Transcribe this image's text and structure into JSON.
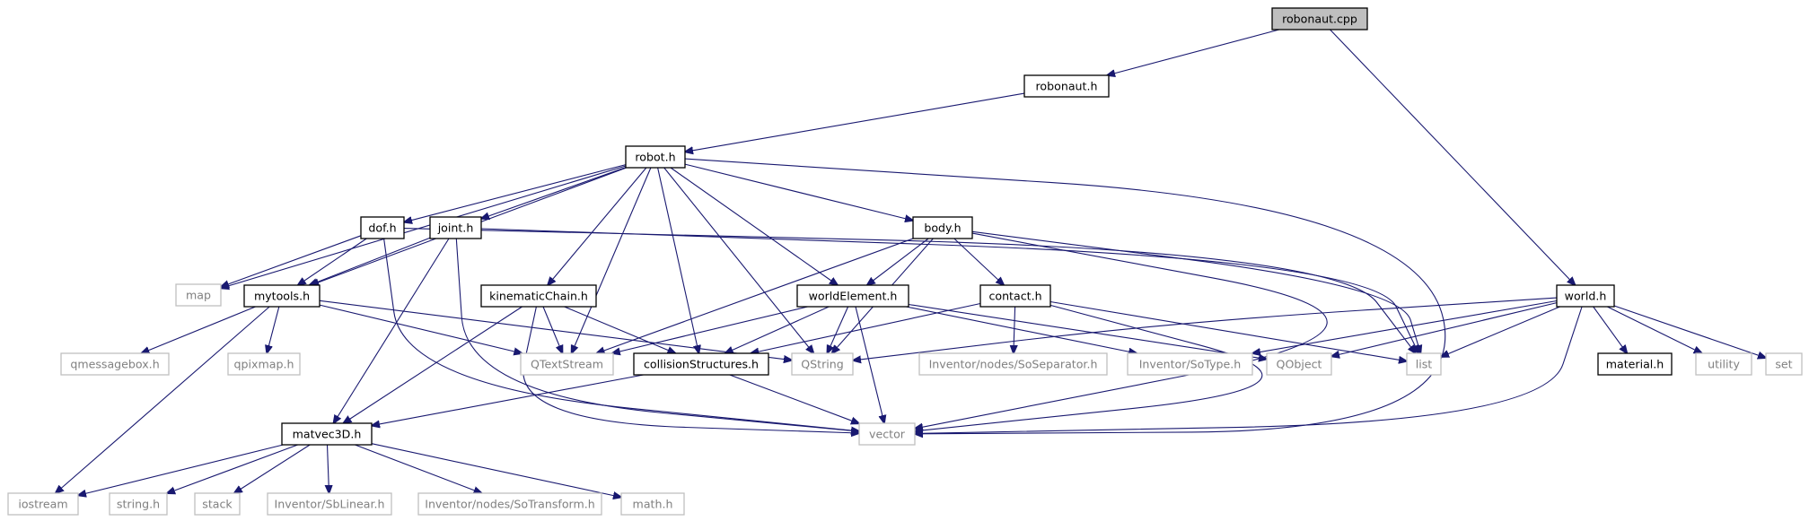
{
  "colors": {
    "edge": "#191970",
    "root_fill": "#bfbfbf",
    "node_border": "#000000",
    "external_border": "#bfbfbf",
    "external_text": "#808080"
  },
  "nodes": [
    {
      "id": "robonaut_cpp",
      "label": "robonaut.cpp",
      "kind": "root"
    },
    {
      "id": "robonaut_h",
      "label": "robonaut.h",
      "kind": "header"
    },
    {
      "id": "robot_h",
      "label": "robot.h",
      "kind": "header"
    },
    {
      "id": "dof_h",
      "label": "dof.h",
      "kind": "header"
    },
    {
      "id": "joint_h",
      "label": "joint.h",
      "kind": "header"
    },
    {
      "id": "body_h",
      "label": "body.h",
      "kind": "header"
    },
    {
      "id": "world_h",
      "label": "world.h",
      "kind": "header"
    },
    {
      "id": "map",
      "label": "map",
      "kind": "external"
    },
    {
      "id": "mytools_h",
      "label": "mytools.h",
      "kind": "header"
    },
    {
      "id": "kinematicChain_h",
      "label": "kinematicChain.h",
      "kind": "header"
    },
    {
      "id": "worldElement_h",
      "label": "worldElement.h",
      "kind": "header"
    },
    {
      "id": "contact_h",
      "label": "contact.h",
      "kind": "header"
    },
    {
      "id": "qmessagebox_h",
      "label": "qmessagebox.h",
      "kind": "external"
    },
    {
      "id": "qpixmap_h",
      "label": "qpixmap.h",
      "kind": "external"
    },
    {
      "id": "QTextStream",
      "label": "QTextStream",
      "kind": "external"
    },
    {
      "id": "collisionStructures_h",
      "label": "collisionStructures.h",
      "kind": "header"
    },
    {
      "id": "QString",
      "label": "QString",
      "kind": "external"
    },
    {
      "id": "SoSeparator",
      "label": "Inventor/nodes/SoSeparator.h",
      "kind": "external"
    },
    {
      "id": "SoType",
      "label": "Inventor/SoType.h",
      "kind": "external"
    },
    {
      "id": "QObject",
      "label": "QObject",
      "kind": "external"
    },
    {
      "id": "list",
      "label": "list",
      "kind": "external"
    },
    {
      "id": "material_h",
      "label": "material.h",
      "kind": "header"
    },
    {
      "id": "utility",
      "label": "utility",
      "kind": "external"
    },
    {
      "id": "set",
      "label": "set",
      "kind": "external"
    },
    {
      "id": "matvec3D_h",
      "label": "matvec3D.h",
      "kind": "header"
    },
    {
      "id": "vector",
      "label": "vector",
      "kind": "external"
    },
    {
      "id": "iostream",
      "label": "iostream",
      "kind": "external"
    },
    {
      "id": "string_h",
      "label": "string.h",
      "kind": "external"
    },
    {
      "id": "stack",
      "label": "stack",
      "kind": "external"
    },
    {
      "id": "SbLinear",
      "label": "Inventor/SbLinear.h",
      "kind": "external"
    },
    {
      "id": "SoTransform",
      "label": "Inventor/nodes/SoTransform.h",
      "kind": "external"
    },
    {
      "id": "math_h",
      "label": "math.h",
      "kind": "external"
    }
  ],
  "edges": [
    [
      "robonaut_cpp",
      "robonaut_h"
    ],
    [
      "robonaut_cpp",
      "world_h"
    ],
    [
      "robonaut_h",
      "robot_h"
    ],
    [
      "robot_h",
      "map"
    ],
    [
      "robot_h",
      "mytools_h"
    ],
    [
      "robot_h",
      "dof_h"
    ],
    [
      "robot_h",
      "joint_h"
    ],
    [
      "robot_h",
      "kinematicChain_h"
    ],
    [
      "robot_h",
      "QTextStream"
    ],
    [
      "robot_h",
      "collisionStructures_h"
    ],
    [
      "robot_h",
      "QString"
    ],
    [
      "robot_h",
      "worldElement_h"
    ],
    [
      "robot_h",
      "body_h"
    ],
    [
      "robot_h",
      "vector"
    ],
    [
      "dof_h",
      "map"
    ],
    [
      "dof_h",
      "mytools_h"
    ],
    [
      "dof_h",
      "vector"
    ],
    [
      "dof_h",
      "list"
    ],
    [
      "joint_h",
      "mytools_h"
    ],
    [
      "joint_h",
      "matvec3D_h"
    ],
    [
      "joint_h",
      "vector"
    ],
    [
      "joint_h",
      "list"
    ],
    [
      "body_h",
      "QTextStream"
    ],
    [
      "body_h",
      "worldElement_h"
    ],
    [
      "body_h",
      "QString"
    ],
    [
      "body_h",
      "contact_h"
    ],
    [
      "body_h",
      "list"
    ],
    [
      "body_h",
      "vector"
    ],
    [
      "mytools_h",
      "iostream"
    ],
    [
      "mytools_h",
      "qmessagebox_h"
    ],
    [
      "mytools_h",
      "qpixmap_h"
    ],
    [
      "mytools_h",
      "QTextStream"
    ],
    [
      "mytools_h",
      "QString"
    ],
    [
      "kinematicChain_h",
      "QTextStream"
    ],
    [
      "kinematicChain_h",
      "collisionStructures_h"
    ],
    [
      "kinematicChain_h",
      "matvec3D_h"
    ],
    [
      "kinematicChain_h",
      "vector"
    ],
    [
      "worldElement_h",
      "QTextStream"
    ],
    [
      "worldElement_h",
      "collisionStructures_h"
    ],
    [
      "worldElement_h",
      "QString"
    ],
    [
      "worldElement_h",
      "vector"
    ],
    [
      "worldElement_h",
      "SoType"
    ],
    [
      "worldElement_h",
      "QObject"
    ],
    [
      "contact_h",
      "collisionStructures_h"
    ],
    [
      "contact_h",
      "SoSeparator"
    ],
    [
      "contact_h",
      "list"
    ],
    [
      "contact_h",
      "vector"
    ],
    [
      "world_h",
      "QString"
    ],
    [
      "world_h",
      "SoType"
    ],
    [
      "world_h",
      "QObject"
    ],
    [
      "world_h",
      "list"
    ],
    [
      "world_h",
      "vector"
    ],
    [
      "world_h",
      "material_h"
    ],
    [
      "world_h",
      "utility"
    ],
    [
      "world_h",
      "set"
    ],
    [
      "collisionStructures_h",
      "matvec3D_h"
    ],
    [
      "collisionStructures_h",
      "vector"
    ],
    [
      "matvec3D_h",
      "iostream"
    ],
    [
      "matvec3D_h",
      "string_h"
    ],
    [
      "matvec3D_h",
      "stack"
    ],
    [
      "matvec3D_h",
      "SbLinear"
    ],
    [
      "matvec3D_h",
      "SoTransform"
    ],
    [
      "matvec3D_h",
      "math_h"
    ]
  ]
}
